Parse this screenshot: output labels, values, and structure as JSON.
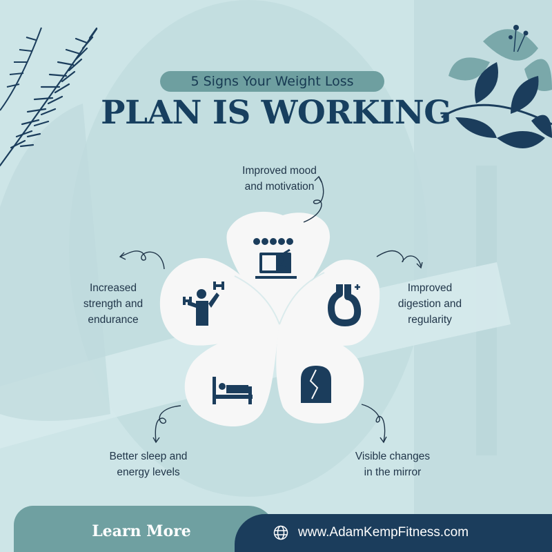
{
  "header": {
    "subtitle": "5 Signs Your Weight Loss",
    "title": "PLAN IS WORKING"
  },
  "signs": [
    {
      "label": "Improved mood\nand motivation",
      "icon": "mood-rating-icon"
    },
    {
      "label": "Improved\ndigestion and\nregularity",
      "icon": "stomach-icon"
    },
    {
      "label": "Visible changes\nin the mirror",
      "icon": "mirror-icon"
    },
    {
      "label": "Better sleep and\nenergy levels",
      "icon": "bed-icon"
    },
    {
      "label": "Increased\nstrength and\nendurance",
      "icon": "dumbbell-person-icon"
    }
  ],
  "footer": {
    "cta_label": "Learn More",
    "website": "www.AdamKempFitness.com",
    "website_icon": "globe-icon"
  },
  "colors": {
    "navy": "#173f5f",
    "teal": "#6fa0a1",
    "background": "#cfe6e8",
    "petal": "#f7f7f7"
  }
}
